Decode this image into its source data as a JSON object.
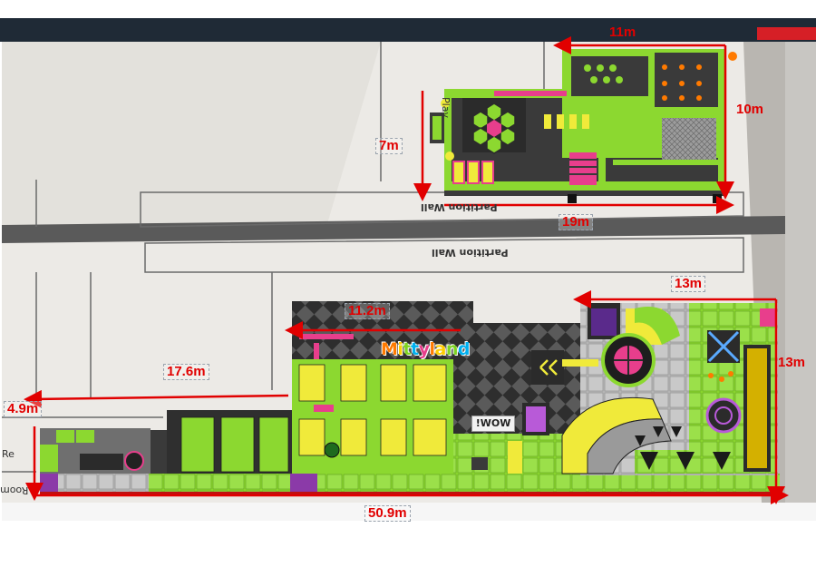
{
  "dimensions": {
    "upper_width": "11m",
    "upper_right_depth": "10m",
    "upper_left_depth": "7m",
    "upper_bottom_width": "19m",
    "lower_right_top": "13m",
    "lower_right_depth": "13m",
    "lower_center_top": "11.2m",
    "lower_left_reach": "17.6m",
    "lower_left_height": "4.9m",
    "total_length": "50.9m"
  },
  "floor_plan": {
    "partition_wall_upper": "Partition Wall",
    "partition_wall_lower": "Partition Wall",
    "play_label": "Play",
    "room_label_1": "Re",
    "room_label_2": "Room"
  },
  "brand": {
    "logo_text": "Mittyland",
    "logo_letter_colors": [
      "#ff7a00",
      "#ffcc00",
      "#7ed321",
      "#00b0f0",
      "#e83e8c",
      "#ff7a00",
      "#ffcc00",
      "#7ed321",
      "#00b0f0"
    ],
    "wow_sign": "WOW!"
  },
  "colors": {
    "accent_green": "#8cd830",
    "neon_yellow": "#f0ea3a",
    "dark_grey": "#3a3a3a",
    "pink": "#e83e8c",
    "dimension_red": "#e10000"
  }
}
